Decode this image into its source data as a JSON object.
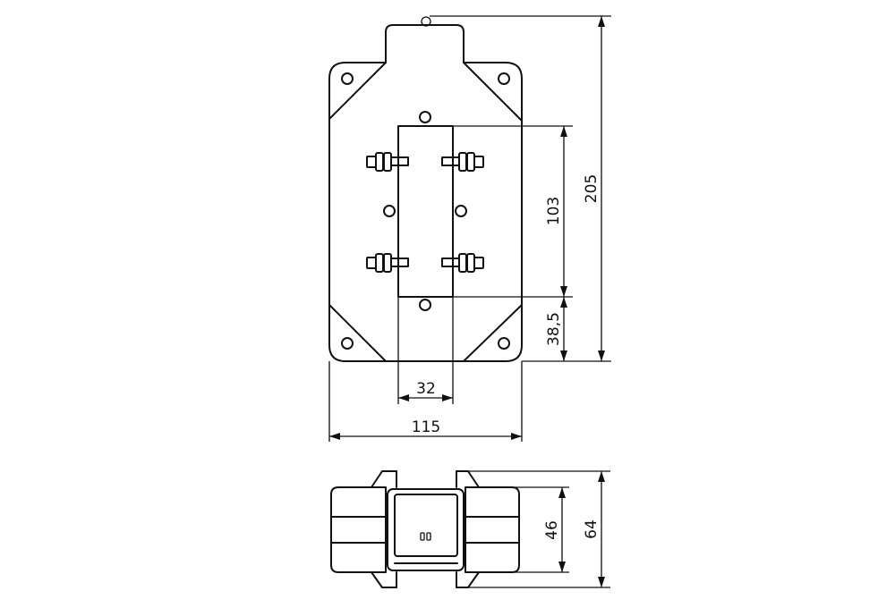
{
  "dimensions": {
    "total_height": "205",
    "module_height": "103",
    "bottom_offset": "38,5",
    "module_width": "32",
    "total_width": "115",
    "side_inner_height": "46",
    "side_total_height": "64"
  }
}
